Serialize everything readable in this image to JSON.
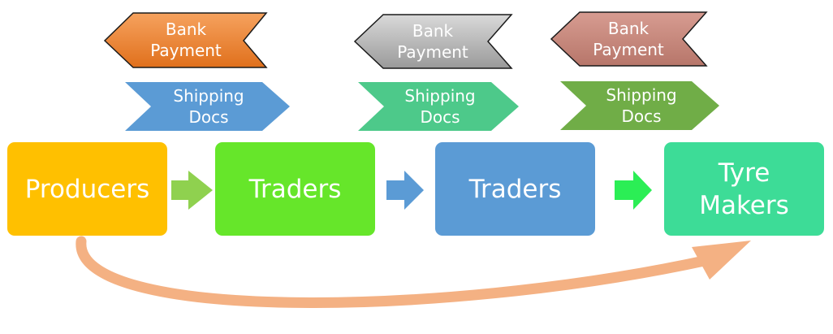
{
  "colors": {
    "bank1": "#f08a3c",
    "bank2": "#bdbdbd",
    "bank3": "#c9877b",
    "ship1": "#5b9bd5",
    "ship2": "#4dc98a",
    "ship3": "#70ad47",
    "producers": "#ffc000",
    "traders1": "#66e62a",
    "traders2": "#5b9bd5",
    "tyre": "#3ddc97",
    "flow_arrow": "#f4b183"
  },
  "bank_payments": [
    {
      "line1": "Bank",
      "line2": "Payment"
    },
    {
      "line1": "Bank",
      "line2": "Payment"
    },
    {
      "line1": "Bank",
      "line2": "Payment"
    }
  ],
  "shipping_docs": [
    {
      "line1": "Shipping",
      "line2": "Docs"
    },
    {
      "line1": "Shipping",
      "line2": "Docs"
    },
    {
      "line1": "Shipping",
      "line2": "Docs"
    }
  ],
  "nodes": [
    {
      "line1": "Producers",
      "line2": ""
    },
    {
      "line1": "Traders",
      "line2": ""
    },
    {
      "line1": "Traders",
      "line2": ""
    },
    {
      "line1": "Tyre",
      "line2": "Makers"
    }
  ]
}
